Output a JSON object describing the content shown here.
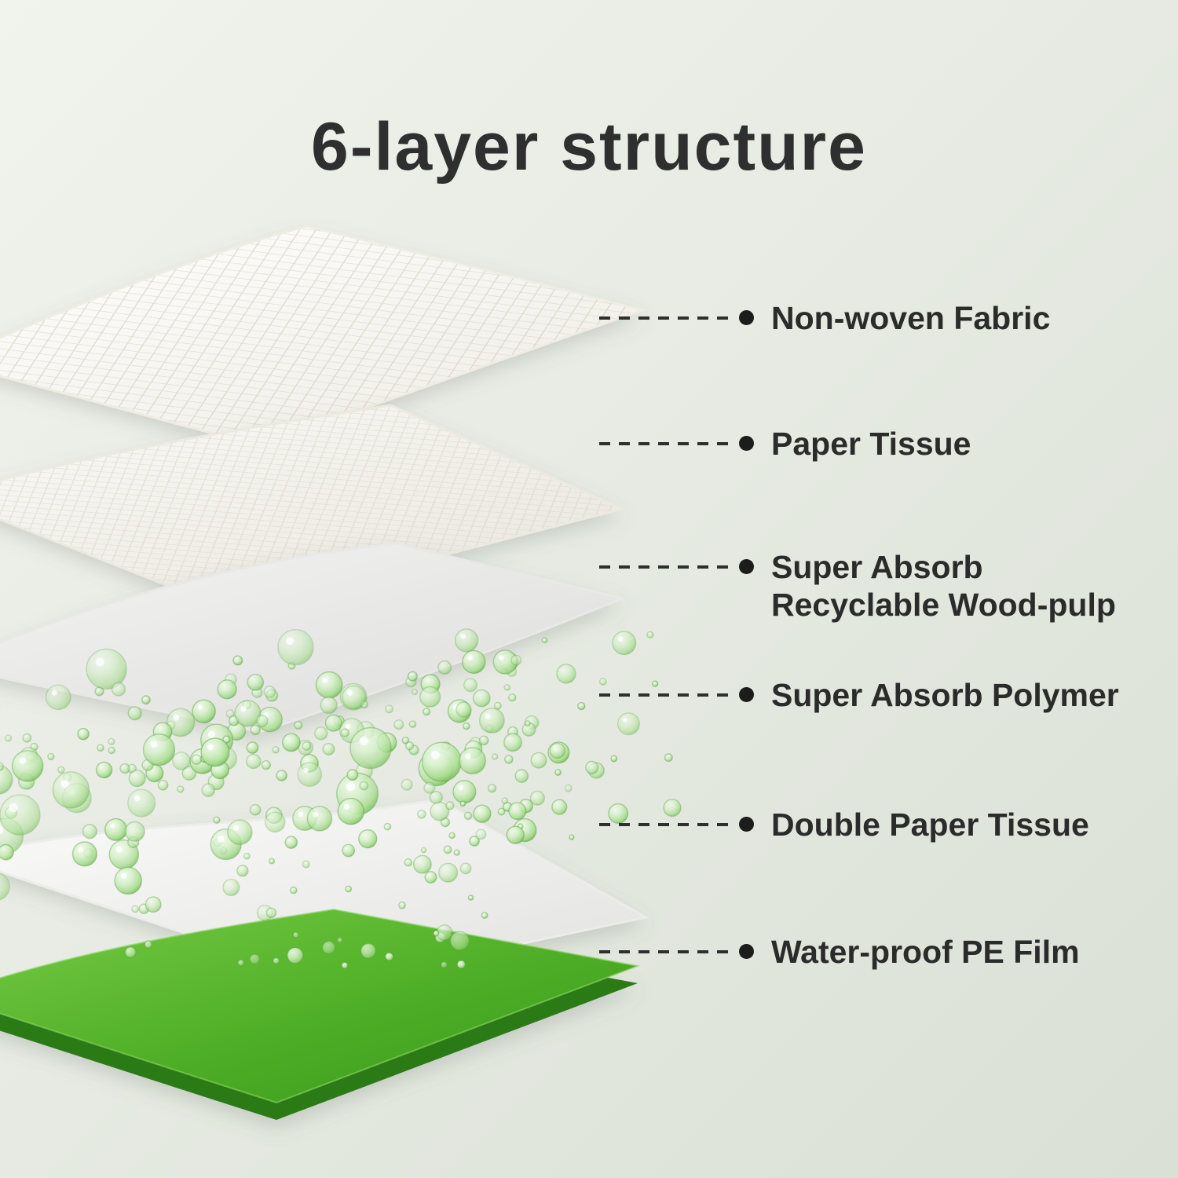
{
  "title": "6-layer structure",
  "callouts": [
    {
      "label": "Non-woven Fabric"
    },
    {
      "label": "Paper Tissue"
    },
    {
      "label": "Super Absorb\nRecyclable Wood-pulp"
    },
    {
      "label": "Super Absorb Polymer"
    },
    {
      "label": "Double Paper Tissue"
    },
    {
      "label": "Water-proof PE Film"
    }
  ],
  "layers": [
    {
      "name": "non-woven-fabric",
      "appearance": "white mesh sheet"
    },
    {
      "name": "paper-tissue",
      "appearance": "white mesh sheet"
    },
    {
      "name": "super-absorb-recyclable-wood-pulp",
      "appearance": "light gray smooth sheet"
    },
    {
      "name": "super-absorb-polymer",
      "appearance": "green translucent beads"
    },
    {
      "name": "double-paper-tissue",
      "appearance": "white smooth sheet"
    },
    {
      "name": "water-proof-pe-film",
      "appearance": "green sheet"
    }
  ],
  "colors": {
    "background_top": "#f1f3ed",
    "background_bottom": "#dae0d6",
    "title_text": "#2f2f2f",
    "label_text": "#2b2b2b",
    "leader_line": "#2e2e2e",
    "pe_film_green": "#4aa81f",
    "polymer_bead_green": "#a8dc90",
    "sheet_white": "#f7f5ef"
  }
}
